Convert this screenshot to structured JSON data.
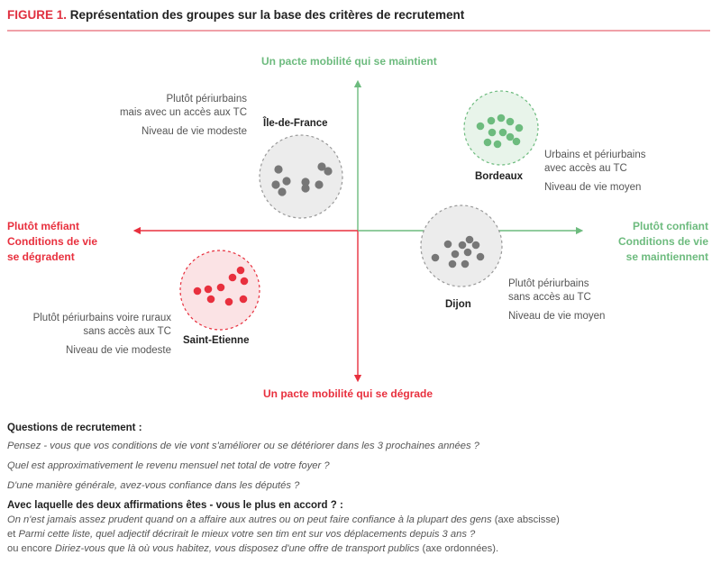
{
  "figure": {
    "label": "FIGURE 1.",
    "title": "Représentation des groupes sur la base des critères de recrutement"
  },
  "axes": {
    "top": "Un pacte mobilité qui se maintient",
    "bottom": "Un pacte mobilité qui se dégrade",
    "left": [
      "Plutôt méfiant",
      "Conditions de vie",
      "se dégradent"
    ],
    "right": [
      "Plutôt confiant",
      "Conditions de vie",
      "se maintiennent"
    ]
  },
  "groups": [
    {
      "name": "Île-de-France",
      "color": "#888888",
      "desc1": [
        "Plutôt périurbains",
        "mais avec un accès aux TC"
      ],
      "desc2": "Niveau de vie modeste"
    },
    {
      "name": "Bordeaux",
      "color": "#6dbb7e",
      "desc1": [
        "Urbains et périurbains",
        "avec accès au TC"
      ],
      "desc2": "Niveau de vie moyen"
    },
    {
      "name": "Dijon",
      "color": "#888888",
      "desc1": [
        "Plutôt périurbains",
        "sans accès au TC"
      ],
      "desc2": "Niveau de vie moyen"
    },
    {
      "name": "Saint-Etienne",
      "color": "#e8303e",
      "desc1": [
        "Plutôt périurbains voire ruraux",
        "sans accès aux TC"
      ],
      "desc2": "Niveau de vie modeste"
    }
  ],
  "questions": {
    "heading": "Questions de recrutement :",
    "items": [
      "Pensez - vous que vos conditions de vie vont s'améliorer ou se détériorer dans les 3 prochaines années ?",
      "Quel est approximativement le revenu mensuel net total de votre foyer  ?",
      "D'une manière générale, avez-vous confiance dans les députés ?"
    ],
    "heading2": "Avec laquelle des deux affirmations êtes - vous le plus en  accord ? :",
    "final": {
      "l1_italic": "On n'est jamais assez prudent quand on a affaire aux autres  ou  on peut faire confiance  à la plupart des gens",
      "l1_normal": " (axe abscisse)",
      "l2_normal1": "et ",
      "l2_italic": "Parmi cette liste, quel adjectif décrirait le mieux votre sen tim ent sur vos déplacements depuis 3 ans ?",
      "l3_normal1": "ou encore ",
      "l3_italic": "Diriez-vous que là où vous habitez, vous disposez d'une offre de transport publics",
      "l3_normal2": " (axe ordonnées)."
    }
  }
}
